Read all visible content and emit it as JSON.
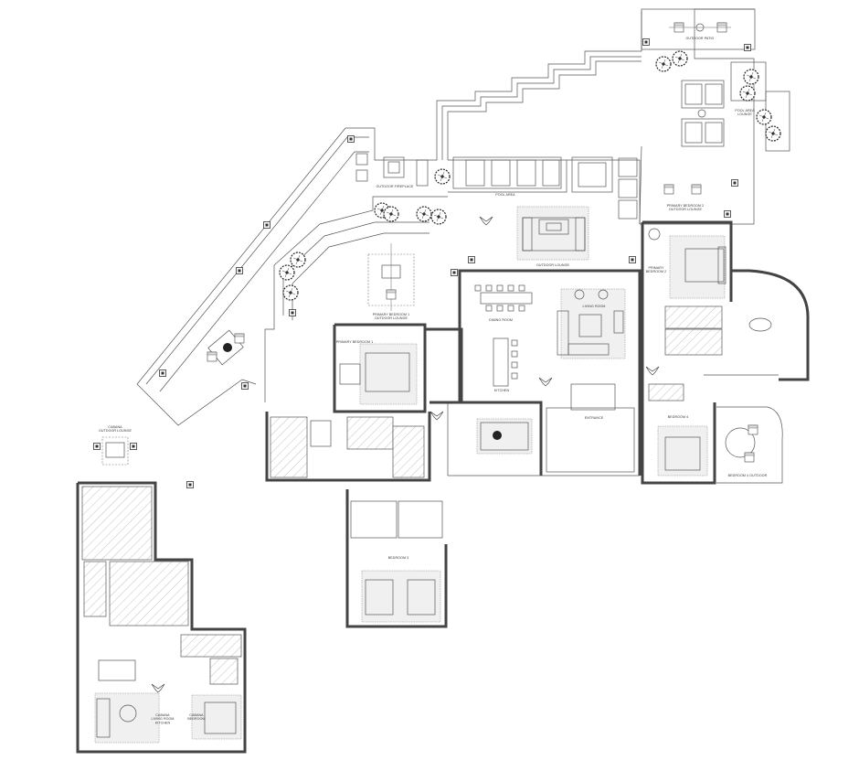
{
  "labels": {
    "outdoor_patio": "OUTDOOR PATIO",
    "pool_area_lounge": "POOL AREA\nLOUNGE",
    "pool_area": "POOL AREA",
    "outdoor_fireplace": "OUTDOOR FIREPLACE",
    "primary_bedroom_2_outdoor_lounge": "PRIMARY BEDROOM 2\nOUTDOOR LOUNGE",
    "outdoor_lounge": "OUTDOOR LOUNGE",
    "primary_bedroom_1_outdoor_lounge": "PRIMARY BEDROOM 1\nOUTDOOR LOUNGE",
    "primary_bedroom_2": "PRIMARY\nBEDROOM 2",
    "primary_bedroom_1": "PRIMARY BEDROOM 1",
    "living_room": "LIVING ROOM",
    "dining_room": "DINING ROOM",
    "kitchen": "KITCHEN",
    "entrance": "ENTRANCE",
    "bedroom_4": "BEDROOM 4",
    "bedroom_4_outdoor": "BEDROOM 4 OUTDOOR",
    "bedroom_3": "BEDROOM 3",
    "cabana_outdoor_lounge": "CABANA\nOUTDOOR LOUNGE",
    "cabana_living_room": "CABANA\nLIVING ROOM\nKITCHEN",
    "cabana_bedroom": "CABANA\nBEDROOM"
  },
  "colors": {
    "line": "#444444",
    "hatch": "#9a9a9a",
    "paper": "#ffffff",
    "rug": "#f0f0f0"
  }
}
